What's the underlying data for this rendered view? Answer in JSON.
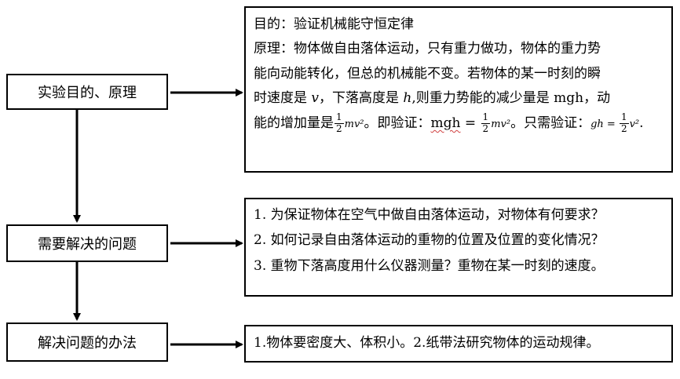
{
  "stages": [
    {
      "label": "实验目的、原理"
    },
    {
      "label": "需要解决的问题"
    },
    {
      "label": "解决问题的办法"
    }
  ],
  "purpose_box": {
    "purpose": "目的：验证机械能守恒定律",
    "principle_line1": "原理：物体做自由落体运动，只有重力做功，物体的重力势",
    "principle_line2": "能向动能转化，但总的机械能不变。若物体的某一时刻的瞬",
    "line3_a": "时速度是 ",
    "v_var": "v",
    "line3_b": "，下落高度是 ",
    "h_var": "h",
    "line3_c": ",则重力势能的减少量是 mgh，动",
    "line4_a": "能的增加量是",
    "line4_b": "。即验证：",
    "mgh": "mgh",
    "eq": " = ",
    "line4_c": "。只需验证：",
    "gh_eq": "gh = ",
    "end": ".",
    "half_num": "1",
    "half_den": "2",
    "mv2": "mv²",
    "v2": "v²"
  },
  "questions_box": {
    "items": [
      "1. 为保证物体在空气中做自由落体运动，对物体有何要求？",
      "2. 如何记录自由落体运动的重物的位置及位置的变化情况？",
      "3. 重物下落高度用什么仪器测量？重物在某一时刻的速度。"
    ]
  },
  "methods_box": {
    "text": "1.物体要密度大、体积小。2.纸带法研究物体的运动规律。"
  }
}
